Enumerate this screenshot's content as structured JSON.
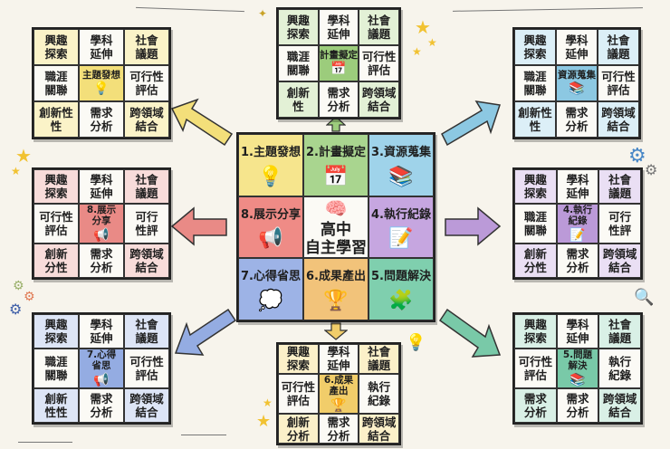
{
  "center": {
    "title_line1": "高中",
    "title_line2": "自主學習",
    "icon": "brain-icon",
    "steps": [
      {
        "label": "1.主題發想",
        "icon": "lightbulb-icon",
        "glyph": "💡",
        "color": "#f6e58d"
      },
      {
        "label": "2.計畫擬定",
        "icon": "calendar-icon",
        "glyph": "📅",
        "color": "#a9d58f"
      },
      {
        "label": "3.資源蒐集",
        "icon": "books-icon",
        "glyph": "📚",
        "color": "#9fd3ea"
      },
      {
        "label": "8.展示分享",
        "icon": "megaphone-icon",
        "glyph": "📢",
        "color": "#ef8b86"
      },
      {
        "label": "4.執行紀錄",
        "icon": "notepad-pencil-icon",
        "glyph": "📝",
        "color": "#c6a6e0"
      },
      {
        "label": "7.心得省思",
        "icon": "thought-cloud-icon",
        "glyph": "💭",
        "color": "#9db3e6"
      },
      {
        "label": "6.成果產出",
        "icon": "trophy-icon",
        "glyph": "🏆",
        "color": "#f2c37a"
      },
      {
        "label": "5.問題解決",
        "icon": "puzzle-icon",
        "glyph": "🧩",
        "color": "#7fcfae"
      }
    ]
  },
  "satellites": [
    {
      "id": "topic",
      "color": "#f3df7a",
      "tint": "#fbf3c8",
      "cells": [
        "興趣\n探索",
        "學科\n延伸",
        "社會\n議題",
        "職涯\n關聯",
        "主題發想",
        "可行性\n評估",
        "創新性\n性",
        "需求\n分析",
        "跨領域\n結合"
      ],
      "center_icon": "lightbulb-icon",
      "center_glyph": "💡"
    },
    {
      "id": "plan",
      "color": "#9ccc7c",
      "tint": "#e3f1d6",
      "cells": [
        "興趣\n探索",
        "學科\n延伸",
        "社會\n議題",
        "職涯\n關聯",
        "計畫擬定",
        "可行性\n評估",
        "創新\n性",
        "需求\n分析",
        "跨領域\n結合"
      ],
      "center_icon": "calendar-icon",
      "center_glyph": "📅"
    },
    {
      "id": "resource",
      "color": "#8cc8e2",
      "tint": "#dcEFf7",
      "cells": [
        "興趣\n探索",
        "學科\n延伸",
        "社會\n議題",
        "職涯\n關聯",
        "資源蒐集",
        "可行性\n評估",
        "創新性\n性",
        "需求\n分析",
        "跨領域\n結合"
      ],
      "center_icon": "books-icon",
      "center_glyph": "📚"
    },
    {
      "id": "share",
      "color": "#e98a86",
      "tint": "#f8dcda",
      "cells": [
        "興趣\n探索",
        "學科\n延伸",
        "社會\n議題",
        "可行性\n評估",
        "8.展示\n分享",
        "可行\n性評",
        "創新\n分性",
        "需求\n分析",
        "跨領域\n結合"
      ],
      "center_icon": "megaphone-icon",
      "center_glyph": "📢"
    },
    {
      "id": "record",
      "color": "#bb9ad8",
      "tint": "#eadff4",
      "cells": [
        "興趣\n探索",
        "學科\n延伸",
        "社會\n議題",
        "職涯\n關聯",
        "4.執行\n紀錄",
        "可行\n性評",
        "創新\n分性",
        "需求\n分析",
        "跨領域\n結合"
      ],
      "center_icon": "notepad-pencil-icon",
      "center_glyph": "📝"
    },
    {
      "id": "reflect",
      "color": "#94ace2",
      "tint": "#dde5f6",
      "cells": [
        "興趣\n探索",
        "學科\n延伸",
        "社會\n議題",
        "職涯\n關聯",
        "7.心得\n省思",
        "可行性\n評估",
        "創新\n性性",
        "需求\n分析",
        "跨領域\n結合"
      ],
      "center_icon": "megaphone-icon",
      "center_glyph": "📢"
    },
    {
      "id": "output",
      "color": "#f1cd6a",
      "tint": "#fbf0c9",
      "cells": [
        "興趣\n探索",
        "學科\n延伸",
        "社會\n議題",
        "可行性\n評估",
        "6.成果\n產出",
        "執行\n紀錄",
        "創新\n分析",
        "需求\n分析",
        "跨領域\n結合"
      ],
      "center_icon": "trophy-icon",
      "center_glyph": "🏆"
    },
    {
      "id": "solve",
      "color": "#79c9a8",
      "tint": "#d9f0e6",
      "cells": [
        "興趣\n探索",
        "學科\n延伸",
        "社會\n議題",
        "可行性\n評估",
        "5.問題\n解決",
        "執行\n紀錄",
        "需求\n分析",
        "需求\n分析",
        "跨領域\n結合"
      ],
      "center_icon": "books-icon",
      "center_glyph": "📚"
    }
  ],
  "arrows": [
    {
      "direction": "up-left",
      "color": "#f3df7a"
    },
    {
      "direction": "up",
      "color": "#9ccc7c"
    },
    {
      "direction": "up-right",
      "color": "#8cc8e2"
    },
    {
      "direction": "left",
      "color": "#e98a86"
    },
    {
      "direction": "right",
      "color": "#bb9ad8"
    },
    {
      "direction": "down-left",
      "color": "#94ace2"
    },
    {
      "direction": "down",
      "color": "#f1cd6a"
    },
    {
      "direction": "down-right",
      "color": "#79c9a8"
    }
  ],
  "decorations": {
    "star": "★",
    "gear": "⚙",
    "magnifier": "🔍",
    "bulb": "💡",
    "sparkle": "✦"
  }
}
